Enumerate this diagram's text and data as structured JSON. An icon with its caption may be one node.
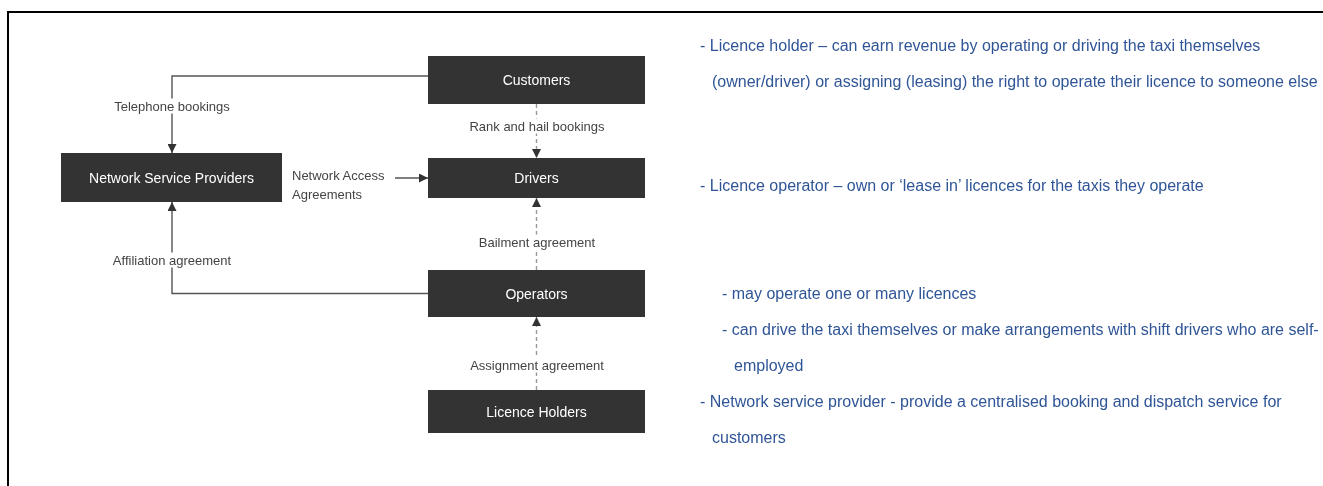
{
  "diagram": {
    "nodes": [
      {
        "text": [
          "Customers"
        ]
      },
      {
        "text": [
          "Network Service Providers"
        ]
      },
      {
        "text": [
          "Drivers"
        ]
      },
      {
        "text": [
          "Operators"
        ]
      },
      {
        "text": [
          "Licence Holders"
        ]
      },
      {
        "text": [
          "Network Access Agreements"
        ]
      }
    ],
    "edges": [
      {
        "from": 0,
        "to": 1,
        "arrow": "to",
        "label": "Telephone bookings"
      },
      {
        "from": 0,
        "to": 2,
        "arrow": "to",
        "label": "Rank and hail bookings",
        "style": "dashed"
      },
      {
        "from": 5,
        "to": 2,
        "arrow": "to"
      },
      {
        "from": 3,
        "to": 2,
        "arrow": "to",
        "label": "Bailment agreement",
        "style": "dashed"
      },
      {
        "from": 3,
        "to": 1,
        "arrow": "to",
        "label": "Affiliation agreement"
      },
      {
        "from": 4,
        "to": 3,
        "arrow": "to",
        "label": "Assignment agreement",
        "style": "dashed"
      }
    ],
    "labels": [
      "- Licence holder – can earn revenue by operating or driving the taxi themselves (owner/driver) or assigning (leasing) the right to operate their licence to someone else",
      "- Licence operator – own or ‘lease in’ licences for the taxis they operate",
      "- may operate one or many licences",
      "- can drive the taxi themselves or make arrangements with shift drivers who are self-employed",
      "- Network service provider - provide a centralised booking and dispatch service for customers"
    ]
  }
}
